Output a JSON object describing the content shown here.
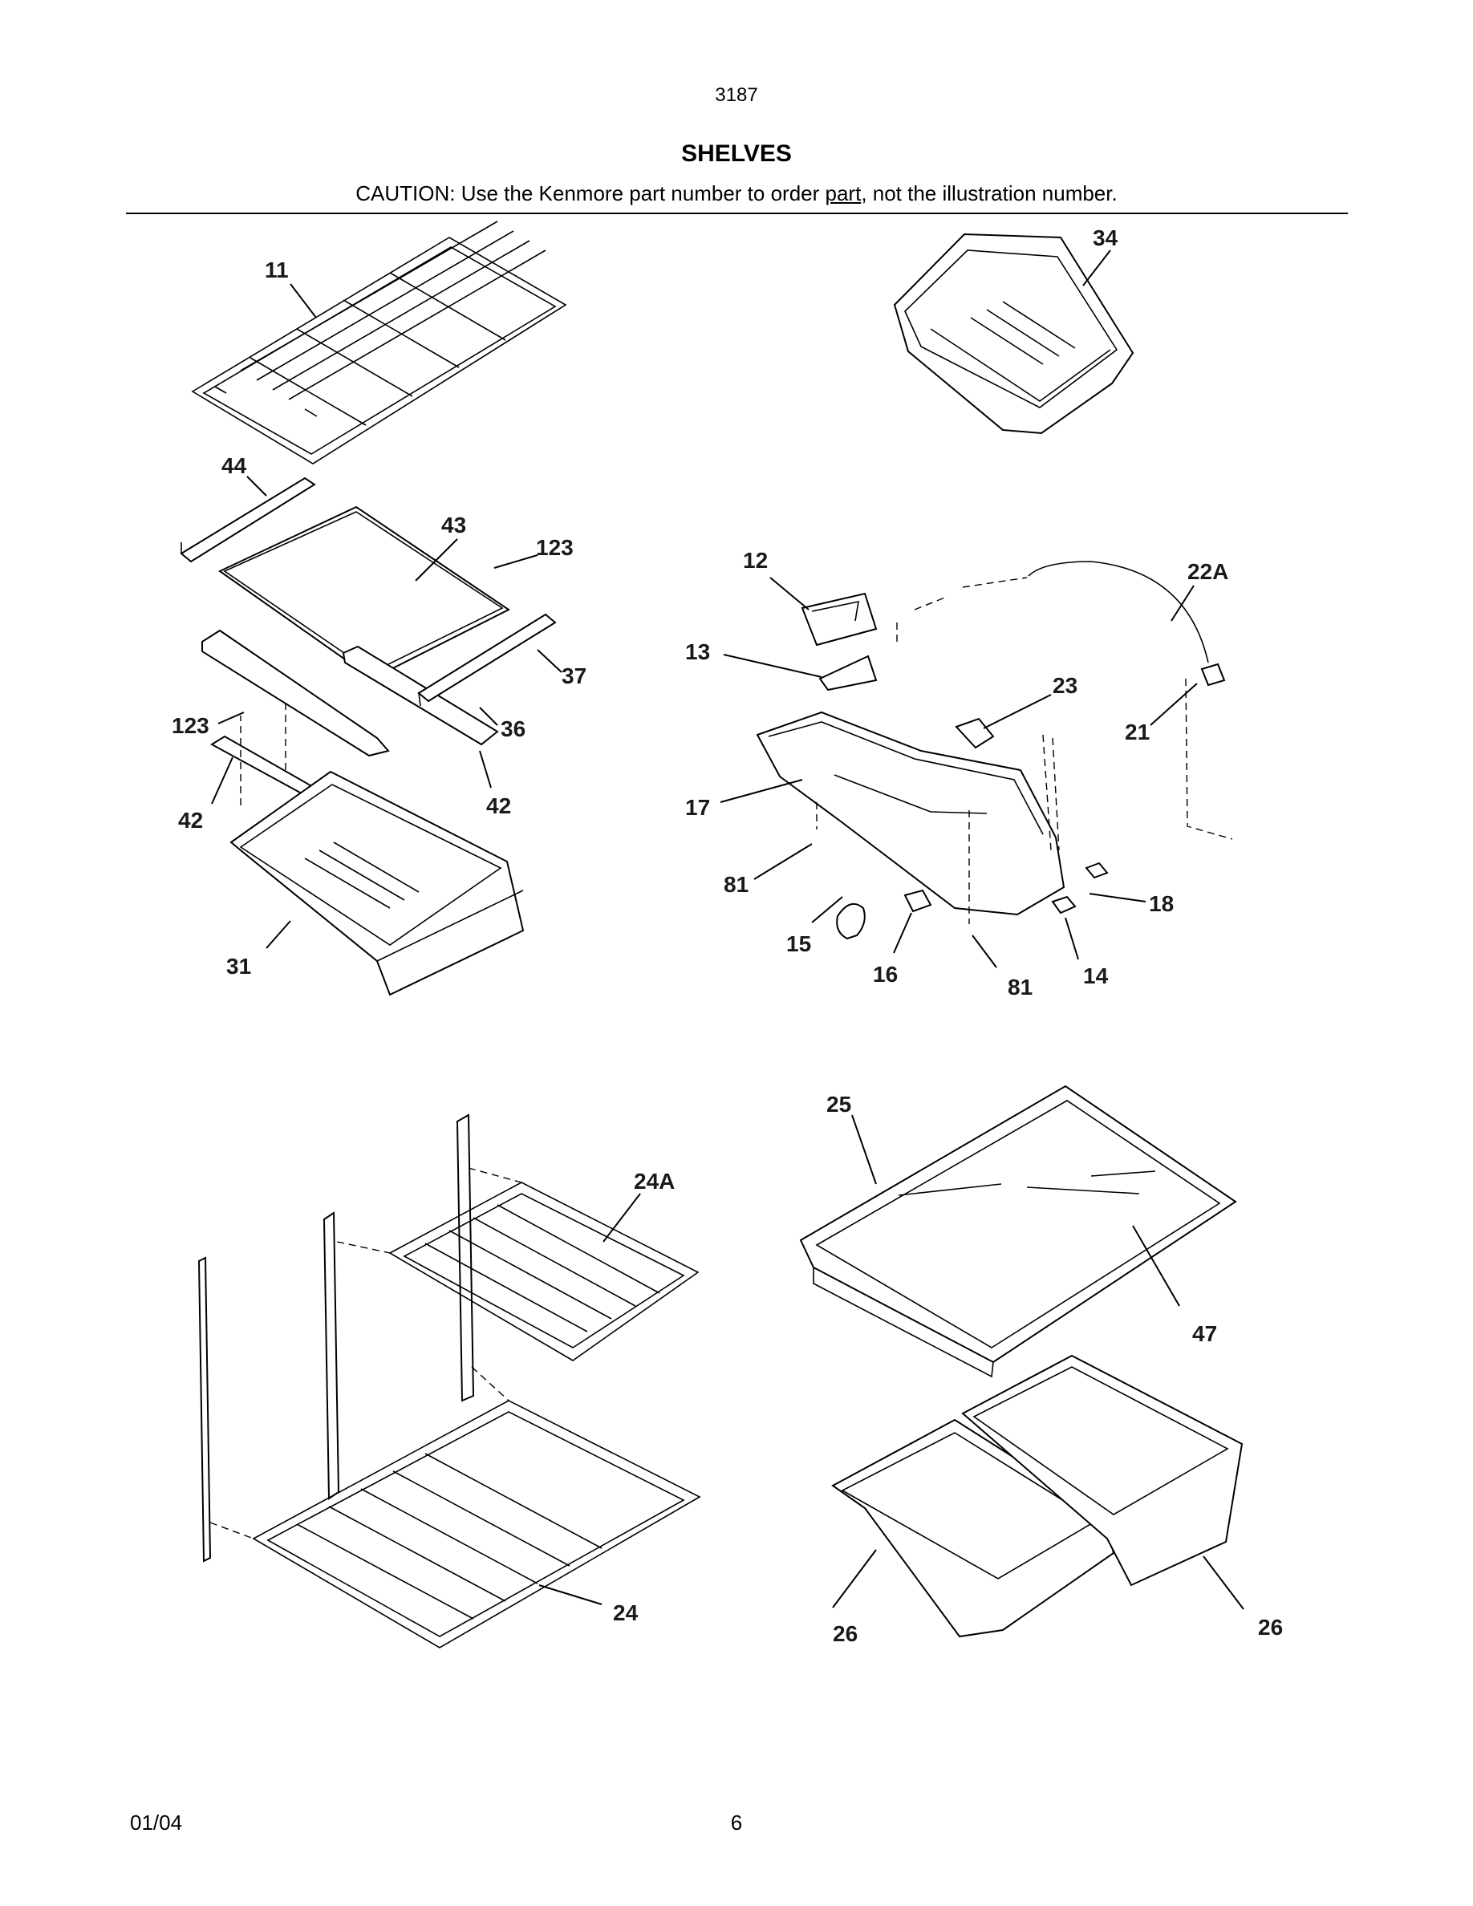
{
  "header": {
    "model": "3187",
    "title": "SHELVES",
    "caution_before": "CAUTION: Use the Kenmore part number to order ",
    "caution_underlined": "part",
    "caution_after": ", not the illustration number."
  },
  "callouts": [
    "11",
    "34",
    "44",
    "43",
    "123",
    "12",
    "22A",
    "13",
    "37",
    "23",
    "123",
    "36",
    "21",
    "42",
    "42",
    "17",
    "81",
    "18",
    "15",
    "16",
    "14",
    "31",
    "81",
    "25",
    "24A",
    "47",
    "24",
    "26",
    "26"
  ],
  "footer": {
    "date": "01/04",
    "page": "6"
  }
}
